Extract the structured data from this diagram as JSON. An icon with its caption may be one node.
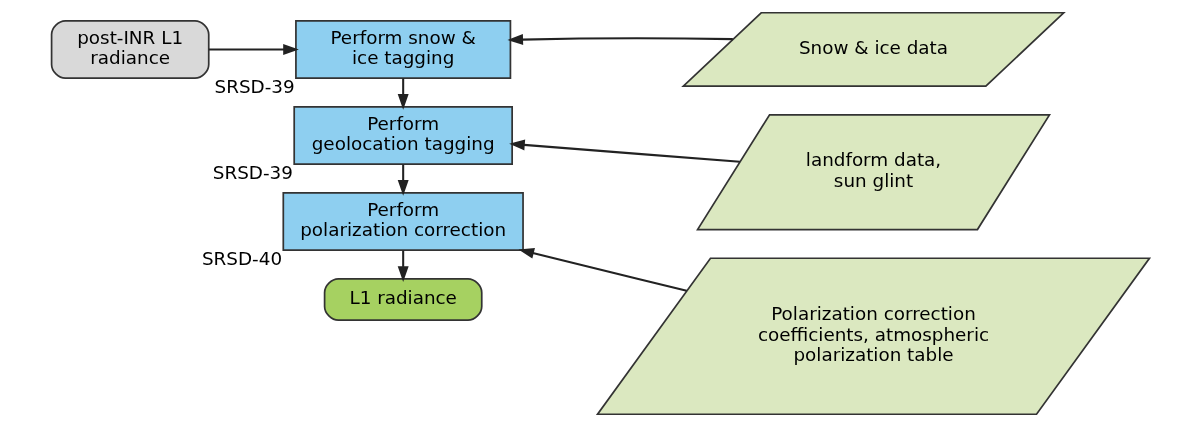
{
  "diagram": {
    "nodes": [
      {
        "text": [
          "post-INR L1 radiance"
        ]
      },
      {
        "text": [
          "Perform snow & ice tagging"
        ],
        "beside": [
          "SRSD-39"
        ]
      },
      {
        "text": [
          "Snow & ice data"
        ]
      },
      {
        "text": [
          "Perform geolocation tagging"
        ],
        "beside": [
          "SRSD-39"
        ]
      },
      {
        "text": [
          "landform data, sun glint"
        ]
      },
      {
        "text": [
          "Perform polarization correction"
        ],
        "beside": [
          "SRSD-40"
        ]
      },
      {
        "text": [
          "Polarization correction coefficients, atmospheric polarization table"
        ]
      },
      {
        "text": [
          "L1 radiance"
        ]
      }
    ],
    "edges": [
      {
        "from": 0,
        "to": 1,
        "arrow": "to"
      },
      {
        "from": 2,
        "to": 1,
        "arrow": "to"
      },
      {
        "from": 1,
        "to": 3,
        "arrow": "to"
      },
      {
        "from": 4,
        "to": 3,
        "arrow": "to"
      },
      {
        "from": 3,
        "to": 5,
        "arrow": "to"
      },
      {
        "from": 6,
        "to": 5,
        "arrow": "to"
      },
      {
        "from": 5,
        "to": 7,
        "arrow": "to"
      }
    ]
  }
}
